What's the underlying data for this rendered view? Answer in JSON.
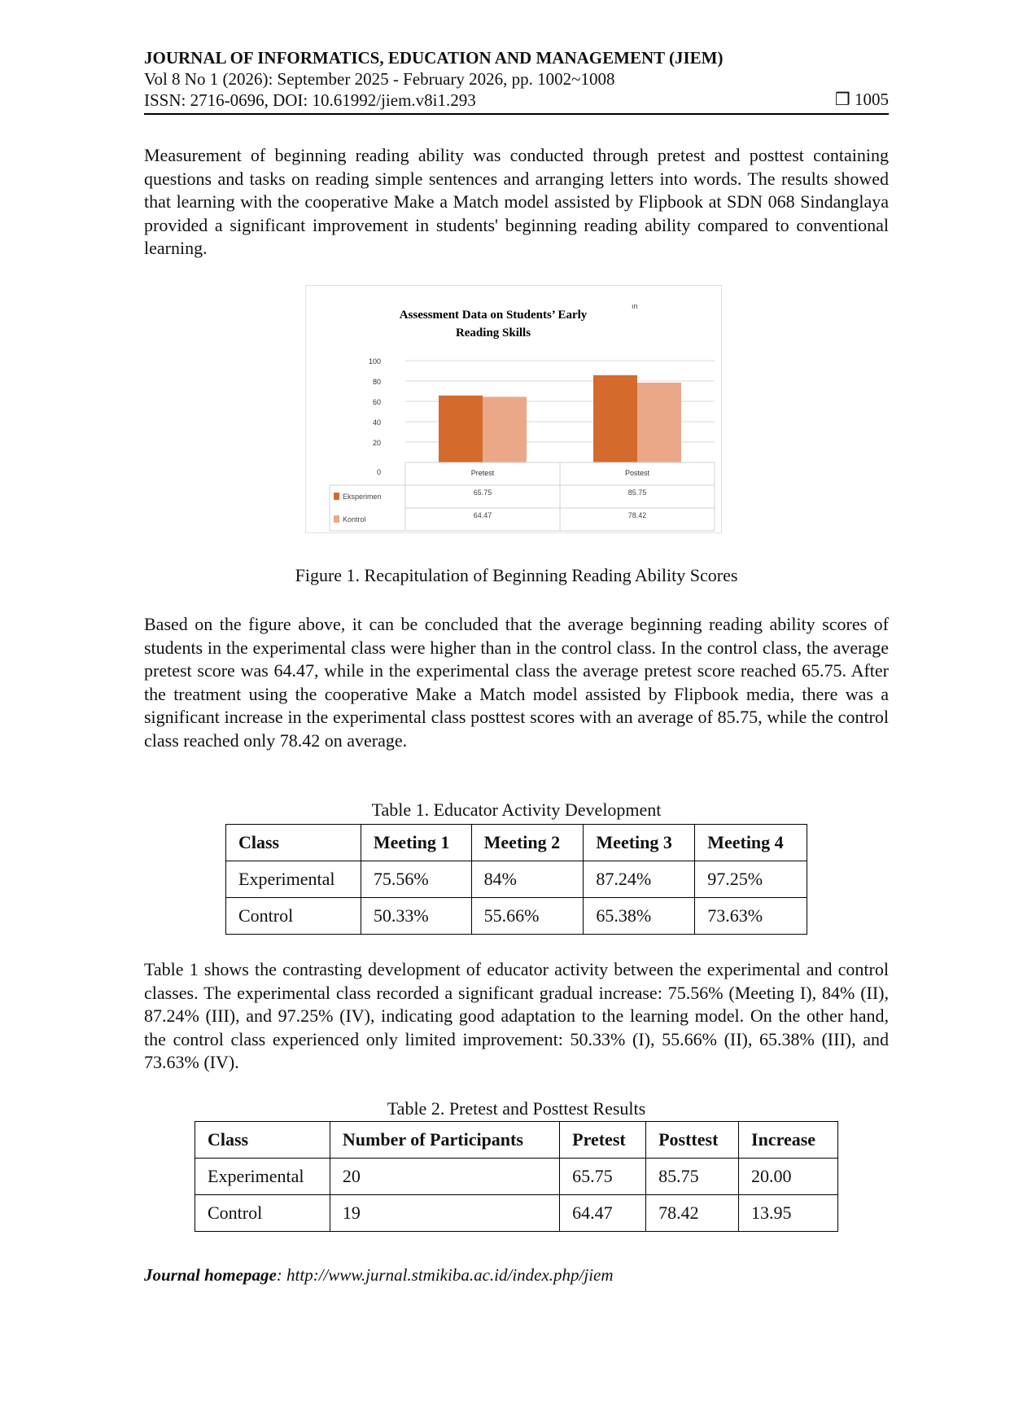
{
  "header": {
    "journal": "JOURNAL OF INFORMATICS, EDUCATION AND MANAGEMENT (JIEM)",
    "volume": "Vol 8 No 1 (2026): September 2025 - February 2026, pp. 1002~1008",
    "issn": "ISSN: 2716-0696, DOI: 10.61992/jiem.v8i1.293",
    "page_icon": "❒",
    "page_number": "1005"
  },
  "paragraphs": [
    "Measurement of beginning reading ability was conducted through pretest and posttest containing questions and tasks on reading simple sentences and arranging letters into words. The results showed that learning with the cooperative Make a Match model assisted by Flipbook at SDN 068 Sindanglaya provided a significant improvement in students' beginning reading ability compared to conventional learning.",
    "Based on the figure above, it can be concluded that the average beginning reading ability scores of students in the experimental class were higher than in the control class. In the control class, the average pretest score was 64.47, while in the experimental class the average pretest score reached 65.75. After the treatment using the cooperative Make a Match model assisted by Flipbook media, there was a significant increase in the experimental class posttest scores with an average of 85.75, while the control class reached only 78.42 on average.",
    "Table 1 shows the contrasting development of educator activity between the experimental and control classes. The experimental class recorded a significant gradual increase: 75.56% (Meeting I), 84% (II), 87.24% (III), and 97.25% (IV), indicating good adaptation to the learning model. On the other hand, the control class experienced only limited improvement: 50.33% (I), 55.66% (II), 65.38% (III), and 73.63% (IV)."
  ],
  "figure_caption": "Figure 1. Recapitulation of Beginning Reading Ability Scores",
  "chart_data": {
    "type": "bar",
    "title_line1": "Assessment Data on Students’ Early",
    "title_line2": "Reading Skills",
    "stray_text": "ın",
    "categories": [
      "Pretest",
      "Postest"
    ],
    "series": [
      {
        "name": "Eksperimen",
        "color": "#d46b2d",
        "values": [
          65.75,
          85.75
        ],
        "labels": [
          "65.75",
          "85.75"
        ]
      },
      {
        "name": "Kontrol",
        "color": "#eba888",
        "values": [
          64.47,
          78.42
        ],
        "labels": [
          "64.47",
          "78.42"
        ]
      }
    ],
    "yticks": [
      "0",
      "20",
      "40",
      "60",
      "80",
      "100"
    ],
    "ylim": [
      0,
      100
    ],
    "grid": true,
    "legend": "data-table-bottom"
  },
  "table1": {
    "caption": "Table 1. Educator Activity Development",
    "headers": [
      "Class",
      "Meeting 1",
      "Meeting 2",
      "Meeting 3",
      "Meeting 4"
    ],
    "rows": [
      [
        "Experimental",
        "75.56%",
        "84%",
        "87.24%",
        "97.25%"
      ],
      [
        "Control",
        "50.33%",
        "55.66%",
        "65.38%",
        "73.63%"
      ]
    ]
  },
  "table2": {
    "caption": "Table 2. Pretest and Posttest Results",
    "headers": [
      "Class",
      "Number of Participants",
      "Pretest",
      "Posttest",
      "Increase"
    ],
    "rows": [
      [
        "Experimental",
        "20",
        "65.75",
        "85.75",
        "20.00"
      ],
      [
        "Control",
        "19",
        "64.47",
        "78.42",
        "13.95"
      ]
    ]
  },
  "footer": {
    "label": "Journal homepage",
    "sep": ": ",
    "url": "http://www.jurnal.stmikiba.ac.id/index.php/jiem"
  }
}
